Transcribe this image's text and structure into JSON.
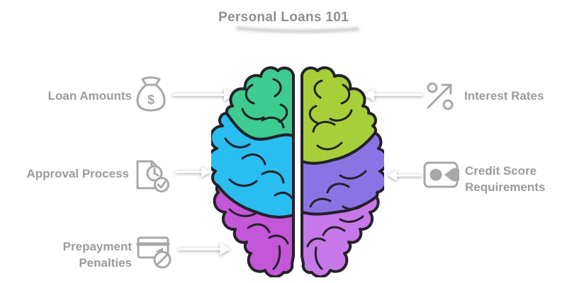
{
  "title": {
    "text": "Personal Loans 101"
  },
  "colors": {
    "background": "#ffffff",
    "title_text": "#8f8f8f",
    "label_text": "#9b9b9b",
    "icon": "#a8a8a8",
    "arrow": "#ffffff",
    "brain_outline": "#242129"
  },
  "brain": {
    "regions": {
      "left_top": {
        "color": "#3ecb8f"
      },
      "left_middle": {
        "color": "#29bdf0"
      },
      "left_bottom": {
        "color": "#c357d8"
      },
      "right_top": {
        "color": "#a7cf39"
      },
      "right_middle": {
        "color": "#8a74e4"
      },
      "right_bottom": {
        "color": "#c678e8"
      }
    }
  },
  "left_items": [
    {
      "label": "Loan Amounts",
      "icon": "money-bag-icon"
    },
    {
      "label": "Approval Process",
      "icon": "document-clock-check-icon"
    },
    {
      "line1": "Prepayment",
      "line2": "Penalties",
      "icon": "card-blocked-icon"
    }
  ],
  "right_items": [
    {
      "label": "Interest Rates",
      "icon": "percent-trend-icon"
    },
    {
      "line1": "Credit Score",
      "line2": "Requirements",
      "icon": "credit-card-score-icon"
    }
  ]
}
